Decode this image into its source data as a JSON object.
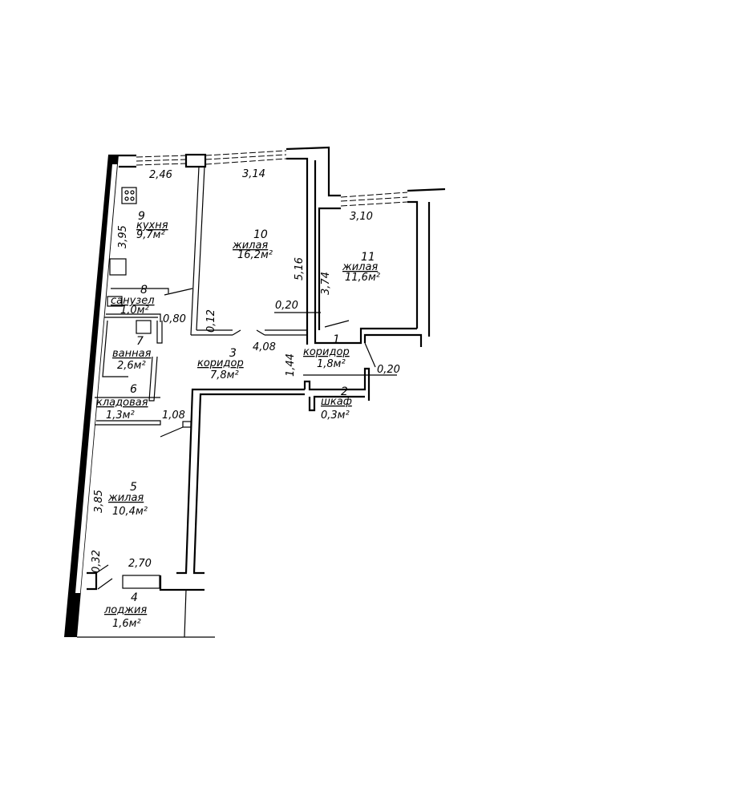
{
  "rooms": [
    {
      "number": "1",
      "type": "коридор",
      "area": "1,8м²"
    },
    {
      "number": "2",
      "type": "шкаф",
      "area": "0,3м²"
    },
    {
      "number": "3",
      "type": "коридор",
      "area": "7,8м²"
    },
    {
      "number": "4",
      "type": "лоджия",
      "area": "1,6м²"
    },
    {
      "number": "5",
      "type": "жилая",
      "area": "10,4м²"
    },
    {
      "number": "6",
      "type": "кладовая",
      "area": "1,3м²"
    },
    {
      "number": "7",
      "type": "ванная",
      "area": "2,6м²"
    },
    {
      "number": "8",
      "type": "санузел",
      "area": "1,0м²"
    },
    {
      "number": "9",
      "type": "кухня",
      "area": "9,7м²"
    },
    {
      "number": "10",
      "type": "жилая",
      "area": "16,2м²"
    },
    {
      "number": "11",
      "type": "жилая",
      "area": "11,6м²"
    }
  ],
  "dimensions": {
    "kitchen_width": "2,46",
    "kitchen_length": "3,95",
    "room10_width": "3,14",
    "room10_length": "5,16",
    "room11_width": "3,10",
    "room11_length": "3,74",
    "wall_room10_11": "0,20",
    "partition_room10": "0,12",
    "bath_door": "0,80",
    "corridor_length": "4,08",
    "corridor_width": "1,44",
    "wall_corridor1": "0,20",
    "storage_door": "1,08",
    "room5_length": "3,85",
    "room5_wall": "0,32",
    "room5_width": "2,70"
  }
}
